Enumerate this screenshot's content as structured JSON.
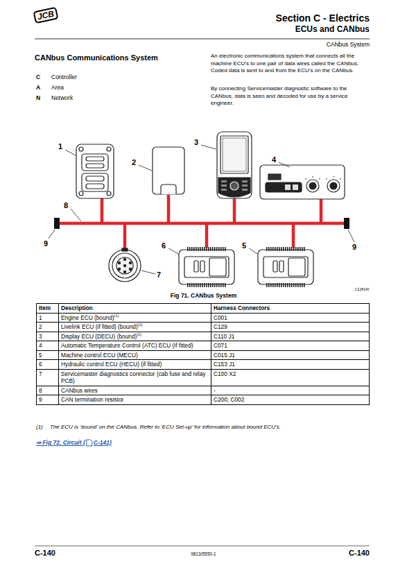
{
  "diagram": {
    "title": "Section C - Electrics",
    "caption": "Fig 71. CANbus System",
    "labels": [
      "ECUs and CANbus",
      "CANbus System",
      "CANbus Communications System",
      "C",
      "Controller",
      "A",
      "Area",
      "N",
      "Network",
      "An electronic communications system that connects all the machine ECU’s to one pair of data wires called the CANbus. Coded data is sent to and from the ECU’s on the CANbus.",
      "By connecting Servicemaster diagnostic software to the CANbus, data is seen and decoded for use by a service engineer.",
      "1",
      "2",
      "3",
      "4",
      "8",
      "9",
      "9",
      "6",
      "5",
      "7",
      "C128140",
      "Item",
      "Description",
      "Harness Connectors",
      "1",
      "Engine ECU (bound)",
      "(1)",
      "C001",
      "2",
      "Livelink ECU (if fitted) (bound)",
      "(1)",
      "C129",
      "3",
      "Display ECU (DECU) (bound)",
      "(1)",
      "C110 J1",
      "4",
      "Automatic Temperature Control (ATC) ECU (if fitted)",
      "C071",
      "5",
      "Machine control ECU (MECU)",
      "C015 J1",
      "6",
      "Hydraulic control ECU (HECU) (if fitted)",
      "C153 J1",
      "7",
      "Servicemaster diagnostics connector (cab fuse and relay PCB)",
      "C100 X2",
      "8",
      "CANbus wires",
      "-",
      "9",
      "CAN termination resistor",
      "C200, C002",
      "(1)",
      "The ECU is ‘bound’ on the CANbus. Refer to ‘ECU Set-up’ for information about bound ECU’s.",
      "⇒ Fig 72. Circuit (",
      "C-141)",
      "C-140",
      "9813/5550-1",
      "C-140",
      "JCB"
    ]
  }
}
